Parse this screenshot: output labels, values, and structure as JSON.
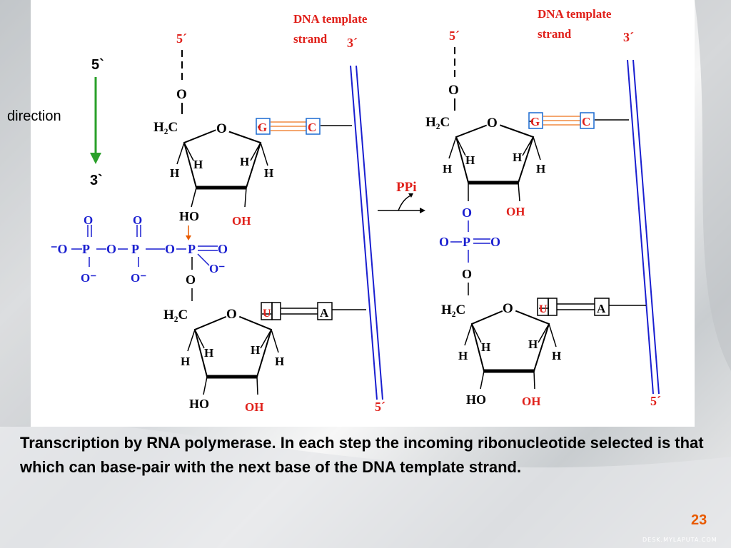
{
  "direction": {
    "label": "direction",
    "start": "5`",
    "end": "3`"
  },
  "left_panel": {
    "template_title_line1": "DNA template",
    "template_title_line2": "strand",
    "prime5_top": "5´",
    "prime3_top": "3´",
    "prime5_bottom": "5´",
    "h2c": "H₂C",
    "o": "O",
    "h": "H",
    "ho": "HO",
    "oh": "OH",
    "base_g": "G",
    "base_c": "C",
    "base_u": "U",
    "base_a": "A",
    "o_minus": "O⁻",
    "minus_o": "⁻O",
    "p": "P"
  },
  "reaction": {
    "product": "PPi"
  },
  "right_panel": {
    "template_title_line1": "DNA template",
    "template_title_line2": "strand",
    "prime5_top": "5´",
    "prime3_top": "3´",
    "prime5_bottom": "5´",
    "h2c": "H₂C",
    "o": "O",
    "h": "H",
    "ho": "HO",
    "oh": "OH",
    "base_g": "G",
    "base_c": "C",
    "base_u": "U",
    "base_a": "A",
    "p": "P"
  },
  "caption": "Transcription by RNA polymerase. In each step the incoming ribonucleotide selected is that which can base-pair with the next base of the DNA template strand.",
  "slide_number": "23",
  "watermark": "DESK.MYLAPUTA.COM",
  "colors": {
    "red": "#e0201a",
    "blue": "#1a1fd0",
    "green": "#2aa02a",
    "orange": "#e85a00"
  }
}
